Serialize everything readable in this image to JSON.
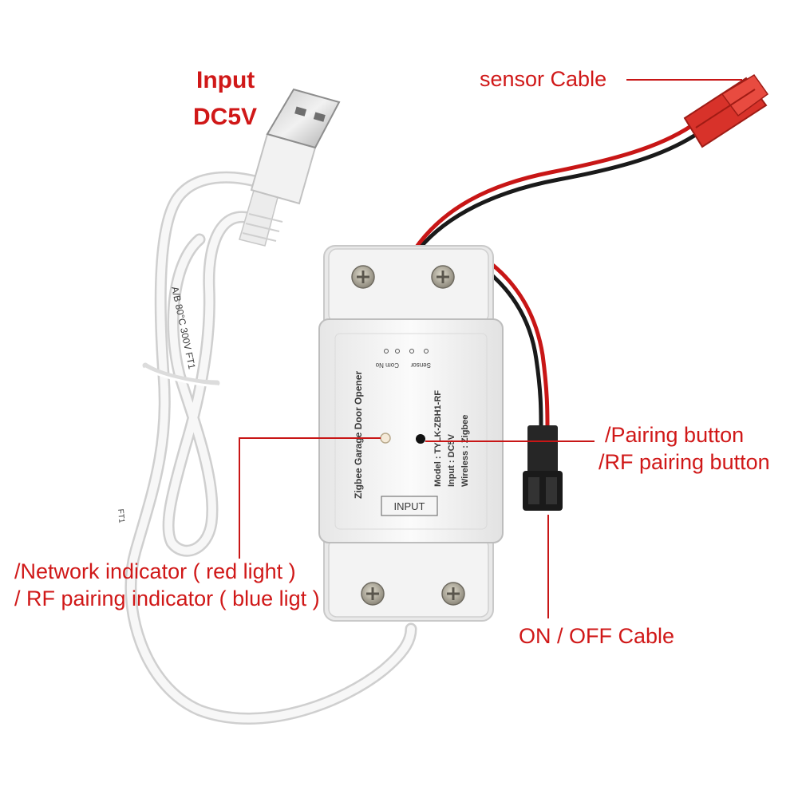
{
  "labels": {
    "input_line1": "Input",
    "input_line2": "DC5V",
    "sensor_cable": "sensor Cable",
    "pairing_button": "/Pairing button",
    "rf_pairing_button": "/RF pairing button",
    "network_indicator": "/Network indicator ( red light )",
    "rf_pairing_indicator": "/ RF pairing indicator ( blue ligt )",
    "onoff_cable": "ON / OFF Cable"
  },
  "device": {
    "title": "Zigbee Garage Door Opener",
    "model": "Model : TYLK-ZBH1-RF",
    "input": "Input : DC5V",
    "wireless": "Wireless : Zigbee",
    "input_tag": "INPUT",
    "terminal_sensor": "Sensor",
    "terminal_com_no": "Com No"
  },
  "cable_print": {
    "text1": "A/B 80°C 300V FT1",
    "text2": "FT1"
  },
  "colors": {
    "label_red": "#d01818",
    "connector_red": "#d8322a",
    "wire_black": "#1a1a1a",
    "wire_red": "#c81616",
    "housing_white": "#f4f4f4"
  }
}
